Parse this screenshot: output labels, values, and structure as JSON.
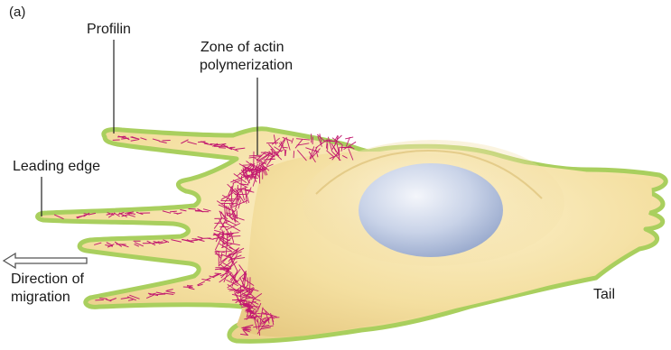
{
  "panel_label": "(a)",
  "labels": {
    "profilin": "Profilin",
    "zone_line1": "Zone of actin",
    "zone_line2": "polymerization",
    "leading_edge": "Leading edge",
    "direction_line1": "Direction of",
    "direction_line2": "migration",
    "tail": "Tail"
  },
  "colors": {
    "cell_body": "#f4dfa0",
    "cell_shadow": "#e2c57a",
    "profilin_rim": "#a9cf5e",
    "actin_filaments": "#c2186f",
    "nucleus": "#aab9d8",
    "arrow": "#555555"
  }
}
